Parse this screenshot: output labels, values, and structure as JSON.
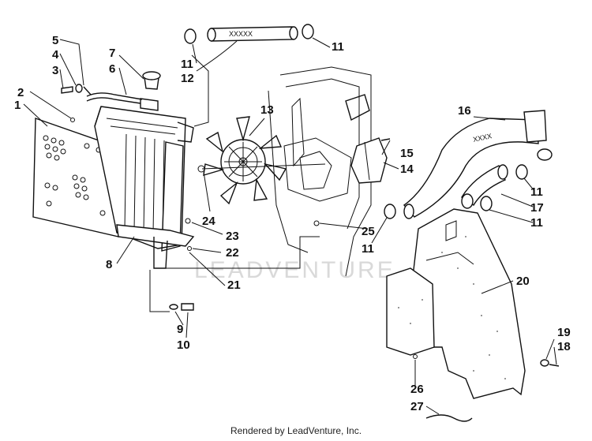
{
  "watermark": "LEADVENTURE",
  "footer": "Rendered by LeadVenture, Inc.",
  "callouts": [
    "1",
    "2",
    "3",
    "4",
    "5",
    "6",
    "7",
    "8",
    "9",
    "10",
    "11",
    "11",
    "11",
    "11",
    "11",
    "12",
    "13",
    "14",
    "15",
    "16",
    "17",
    "18",
    "19",
    "20",
    "21",
    "22",
    "23",
    "24",
    "25",
    "26",
    "27"
  ]
}
